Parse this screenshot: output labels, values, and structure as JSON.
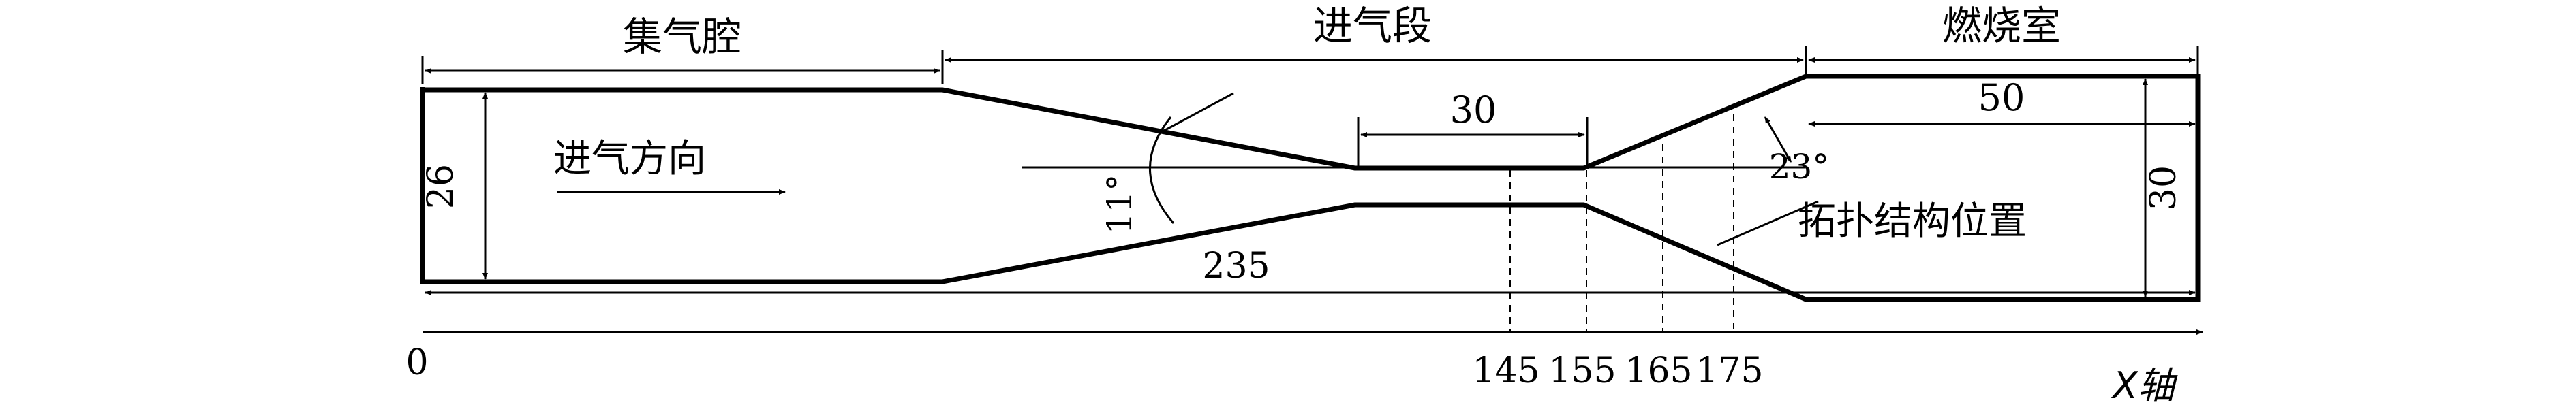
{
  "sections": {
    "plenum": "集气腔",
    "inlet": "进气段",
    "combustor": "燃烧室"
  },
  "labels": {
    "flow_direction": "进气方向",
    "topology_position": "拓扑结构位置",
    "x_axis": "X轴"
  },
  "dimensions": {
    "plenum_height": "26",
    "throat_length": "30",
    "total_length": "235",
    "combustor_length": "50",
    "combustor_height": "30",
    "converge_angle": "11°",
    "diverge_angle": "23°"
  },
  "axis_ticks": [
    "0",
    "145",
    "155",
    "165",
    "175"
  ]
}
